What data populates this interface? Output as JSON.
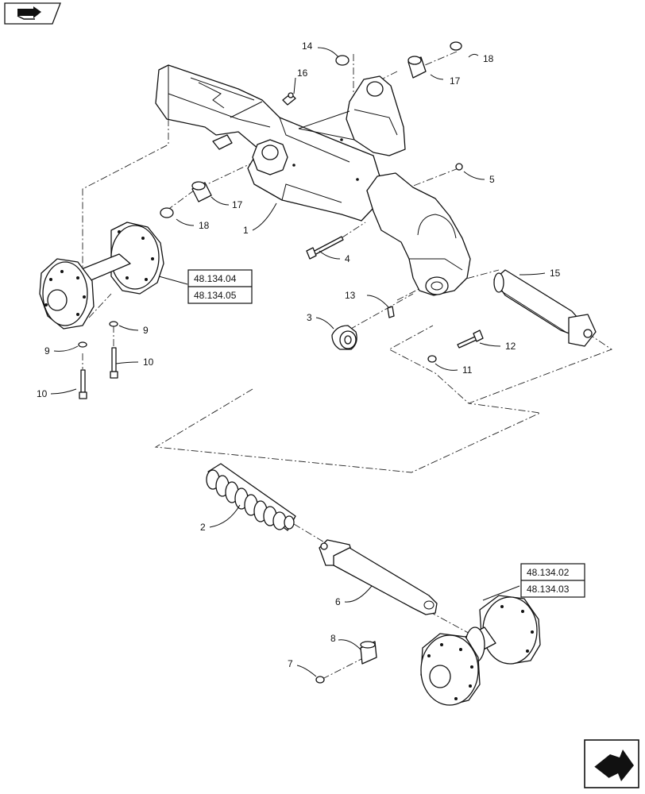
{
  "nav": {
    "top_icon": "folder-arrow-icon",
    "bottom_icon": "next-page-arrow-icon"
  },
  "callouts": {
    "c1": "1",
    "c2": "2",
    "c3": "3",
    "c4": "4",
    "c5": "5",
    "c6": "6",
    "c7": "7",
    "c8": "8",
    "c9a": "9",
    "c9b": "9",
    "c10a": "10",
    "c10b": "10",
    "c11": "11",
    "c12": "12",
    "c13": "13",
    "c14": "14",
    "c15": "15",
    "c16": "16",
    "c17a": "17",
    "c17b": "17",
    "c18a": "18",
    "c18b": "18"
  },
  "references": {
    "left_hub": [
      "48.134.04",
      "48.134.05"
    ],
    "right_hub": [
      "48.134.02",
      "48.134.03"
    ]
  }
}
